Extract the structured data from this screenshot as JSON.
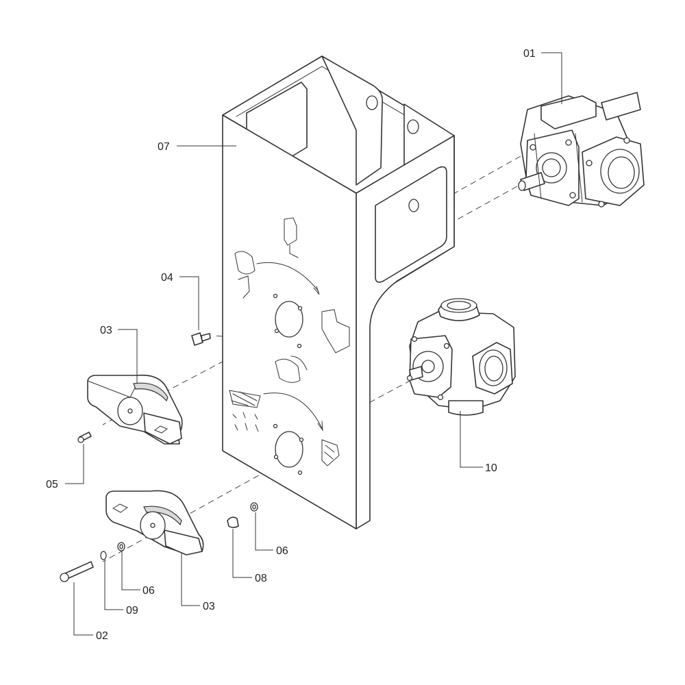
{
  "callouts": {
    "c01": "01",
    "c02": "02",
    "c03a": "03",
    "c03b": "03",
    "c04": "04",
    "c05": "05",
    "c06a": "06",
    "c06b": "06",
    "c07": "07",
    "c08": "08",
    "c09": "09",
    "c10": "10"
  },
  "colors": {
    "line": "#333333",
    "background": "#ffffff"
  }
}
